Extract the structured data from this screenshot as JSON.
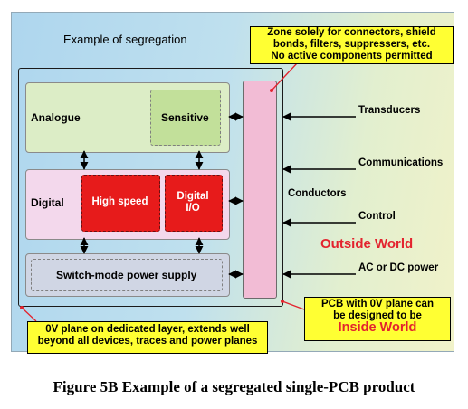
{
  "title": "Example of segregation",
  "zone_note": [
    "Zone solely for connectors, shield",
    "bonds, filters, suppressers, etc.",
    "No active components permitted"
  ],
  "blocks": {
    "analogue": "Analogue",
    "sensitive": "Sensitive",
    "digital": "Digital",
    "high_speed": "High speed",
    "digital_io": [
      "Digital",
      "I/O"
    ],
    "power_supply": "Switch-mode power supply"
  },
  "right_labels": {
    "transducers": "Transducers",
    "communications": "Communications",
    "conductors": "Conductors",
    "control": "Control",
    "outside_world": "Outside World",
    "ac_dc_power": "AC or DC power"
  },
  "plane_note": [
    "0V plane on dedicated layer, extends well",
    "beyond all devices, traces and power planes"
  ],
  "pcb_note": [
    "PCB with 0V plane can",
    "be designed to be",
    "Inside World"
  ],
  "caption": "Figure 5B Example of a segregated single-PCB product",
  "colors": {
    "analogue": "#dcedc6",
    "sensitive": "#c2e09a",
    "digital": "#f3d8ec",
    "red_block": "#e71b1b",
    "power": "#d0d6e4",
    "zone_bar": "#f2bcd5",
    "callout": "#ffff33",
    "accent_red": "#e3232e"
  }
}
